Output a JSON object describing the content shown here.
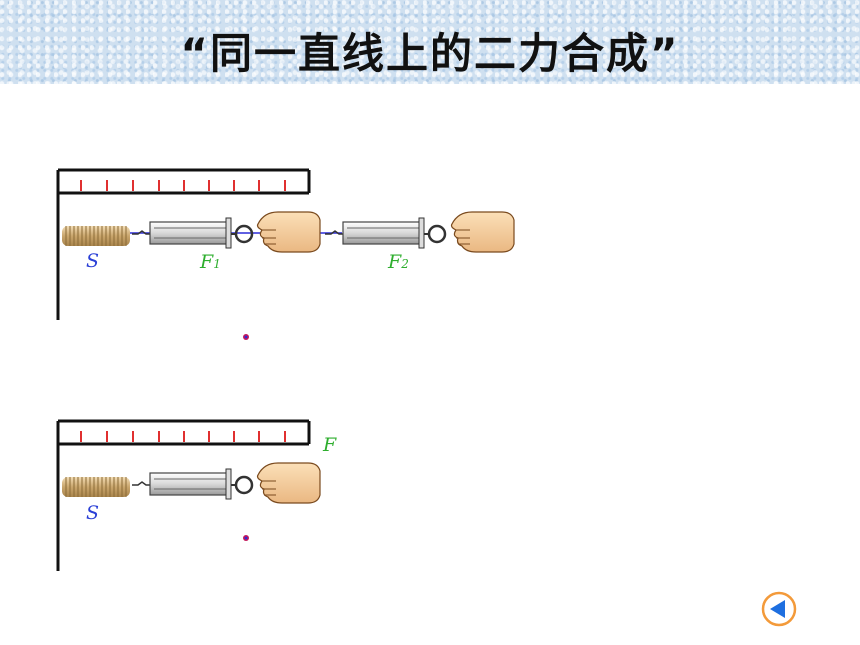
{
  "slide": {
    "title": "“同一直线上的二力合成”"
  },
  "experiment_top": {
    "spring_label": "S",
    "force1_label": "F",
    "force1_sub": "1",
    "force2_label": "F",
    "force2_sub": "2"
  },
  "experiment_bottom": {
    "spring_label": "S",
    "resultant_label": "F"
  },
  "navigation": {
    "back_icon": "left-triangle-icon"
  },
  "colors": {
    "spring_label": "#2a3fd6",
    "force_label": "#2eae2e",
    "tick_marks": "#e03030",
    "pull_line": "#2b2bd9",
    "back_button": "#f39a3a"
  }
}
